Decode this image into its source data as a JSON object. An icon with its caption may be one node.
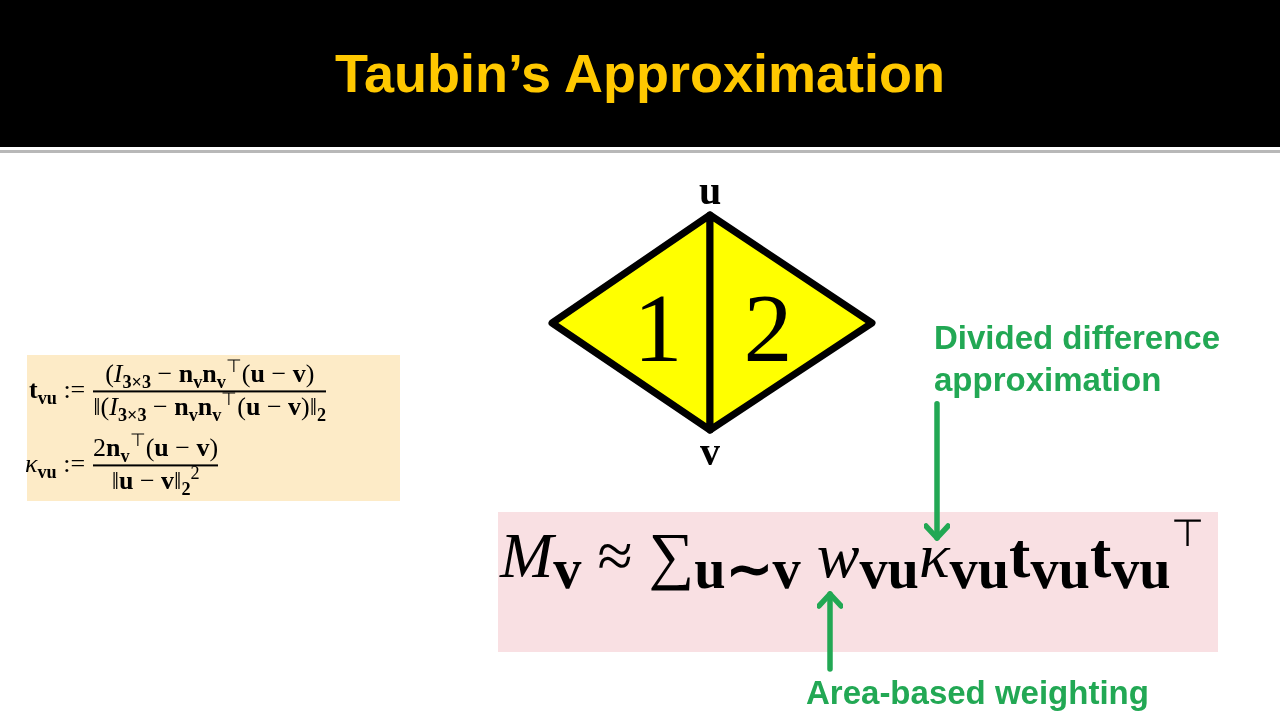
{
  "diagram": {
    "title": "Taubin’s Approximation",
    "nodes": [
      {
        "text": [
          "**t**$_{vu}$ :=",
          "(*I*$_{3×3}$ − **n**$_{v}$**n**$_{v}$$^{⊤}$(**u** − **v**)",
          "‖(*I*$_{3×3}$ − **n**$_{v}$**n**$_{v}$$^{⊤}$(**u** − **v**)‖$_{2}$",
          "*κ*$_{vu}$ :=",
          "2**n**$_{v}$$^{⊤}$(**u** − **v**)",
          "‖**u** − **v**‖$_{2}$$^{2}$"
        ]
      },
      {
        "text": [
          "1"
        ]
      },
      {
        "text": [
          "2"
        ]
      },
      {
        "text": [
          "Divided difference approximation"
        ]
      },
      {
        "text": [
          "*M*$_{v}$ ≈ ∑$_{u∼v}$ *w*$_{vu}$*κ*$_{vu}$**t**$_{vu}$**t**$_{vu}$$^{⊤}$"
        ]
      },
      {
        "text": [
          "Area-based weighting"
        ]
      }
    ],
    "edges": [
      {
        "from": 3,
        "to": 4,
        "arrow": "to"
      },
      {
        "from": 5,
        "to": 4,
        "arrow": "to"
      }
    ],
    "labels": [
      "**u**",
      "**v**"
    ]
  }
}
